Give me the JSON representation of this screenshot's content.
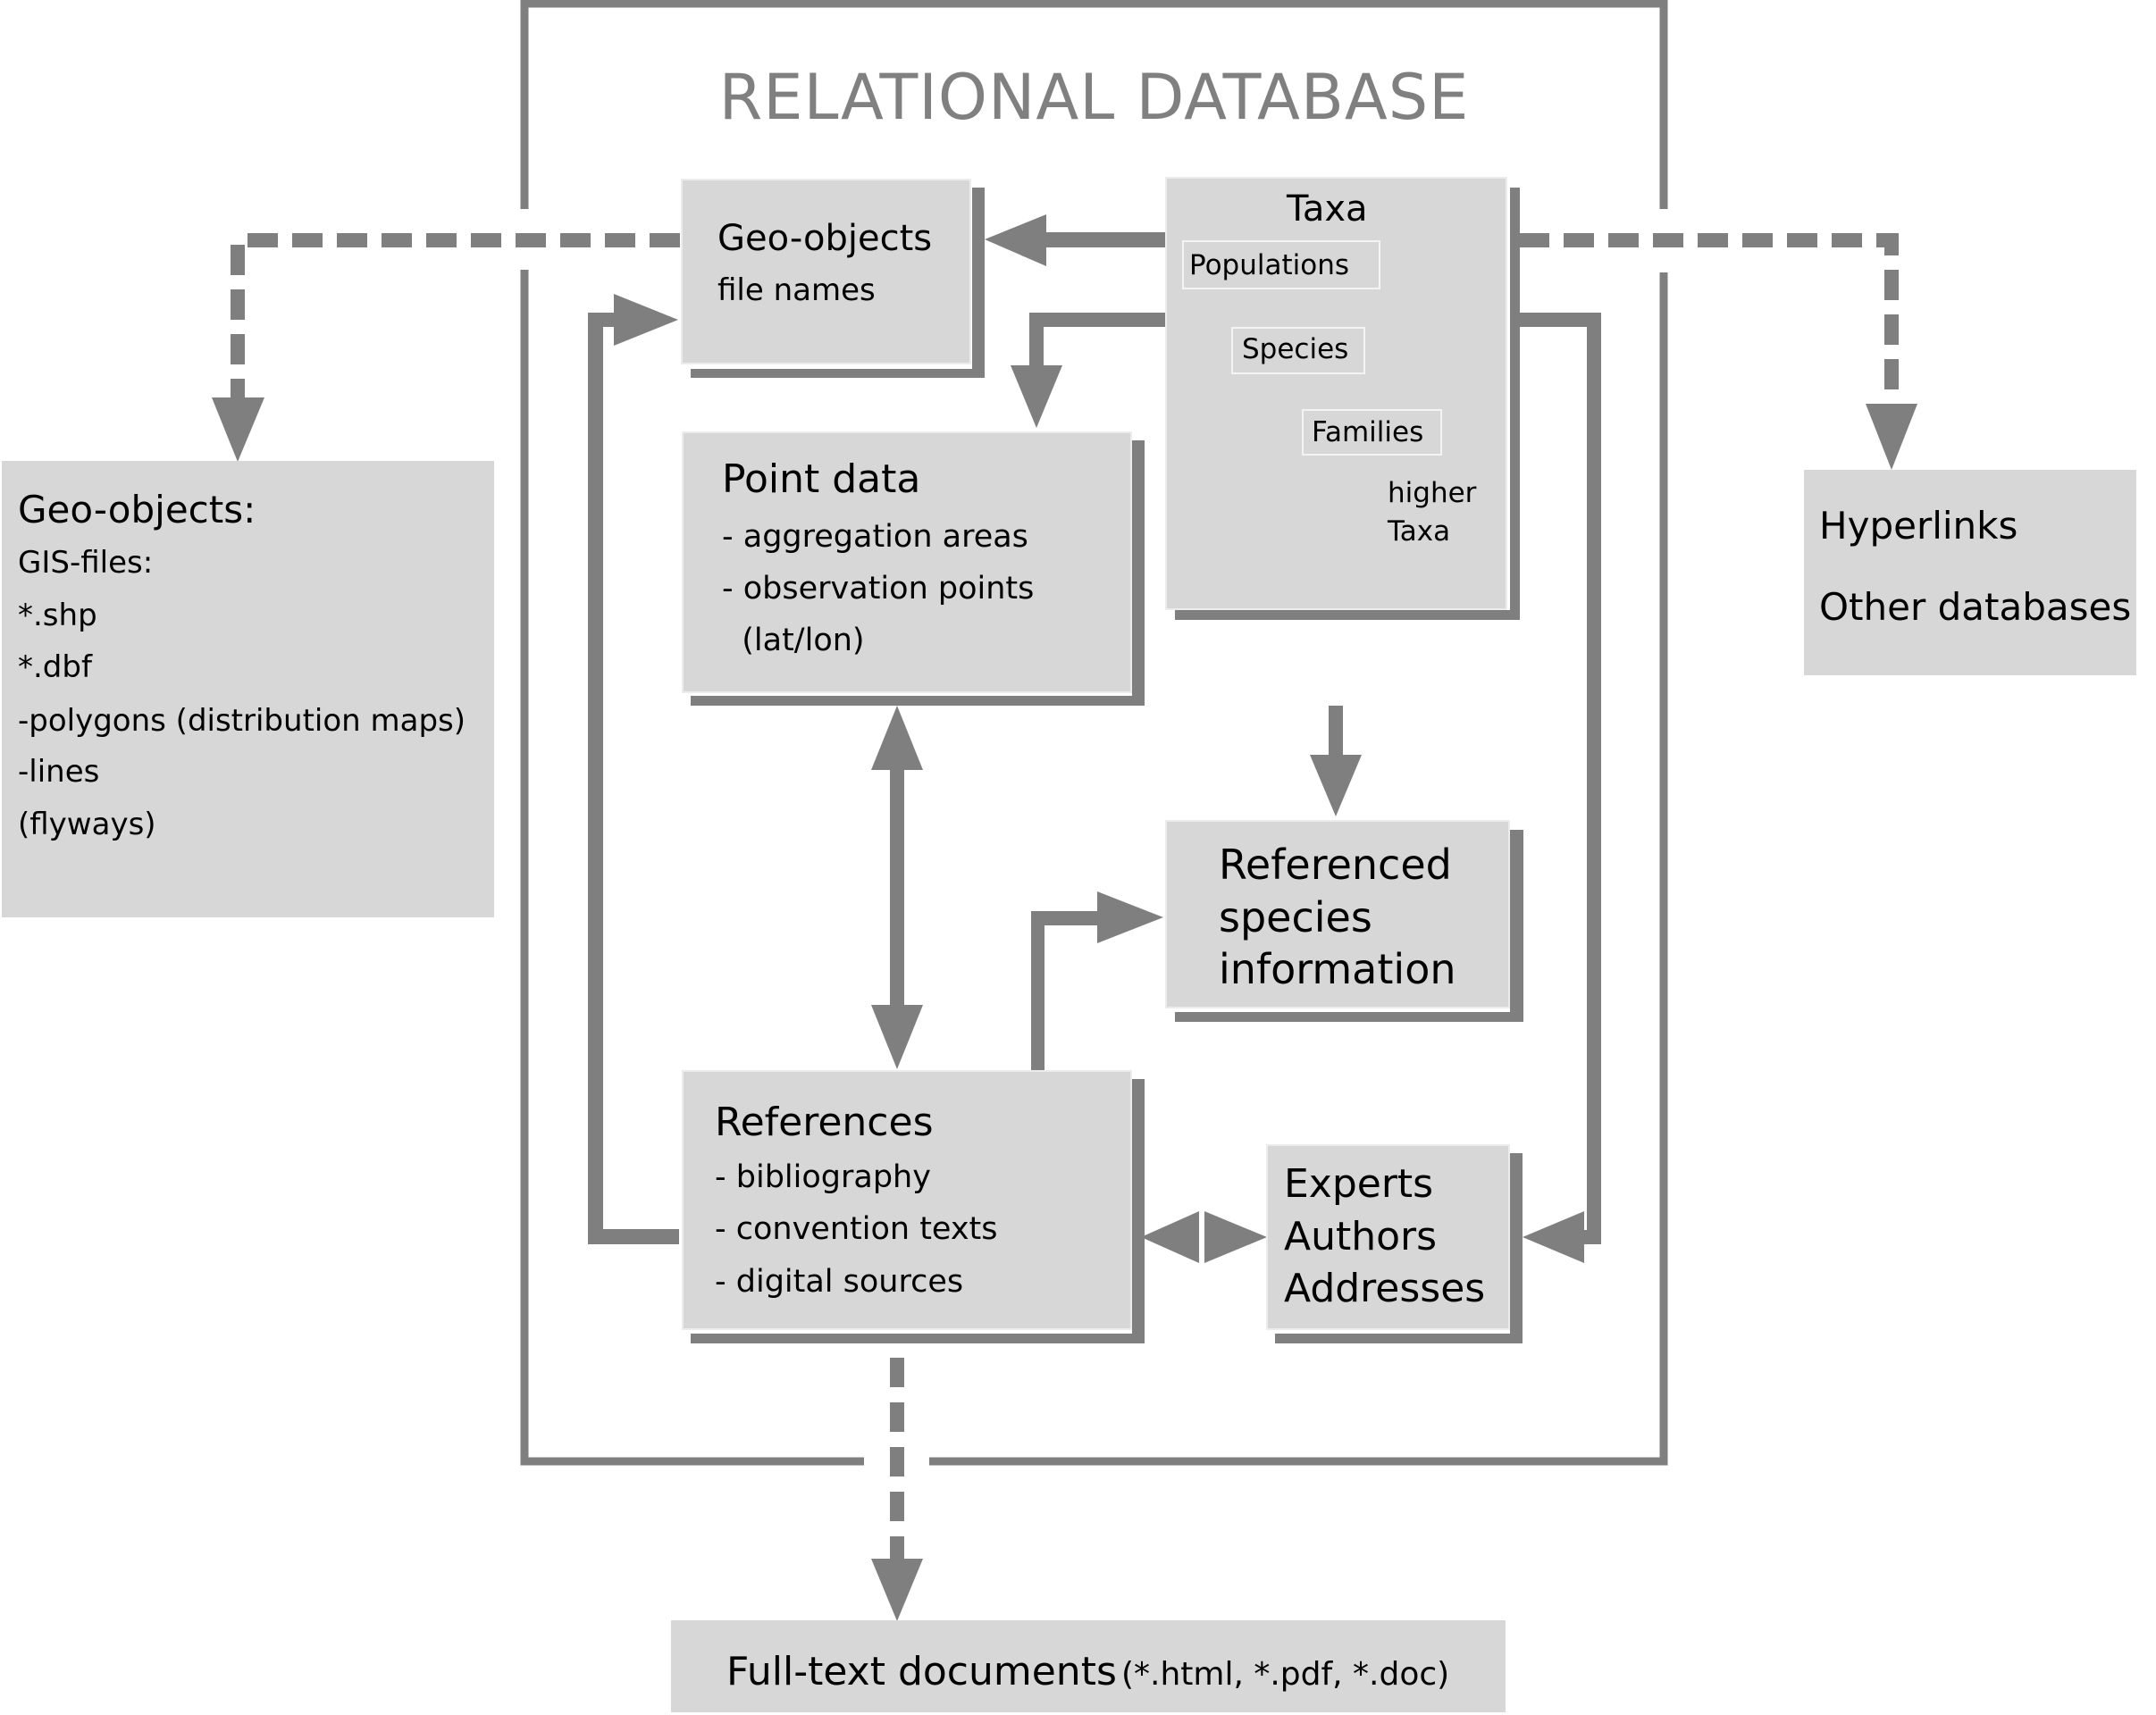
{
  "diagram": {
    "title": "RELATIONAL DATABASE",
    "colors": {
      "box_fill": "#d7d7d7",
      "connector": "#7f7f7f",
      "title": "#808080",
      "taxa_hierarchy": "#ffffff"
    },
    "external_geo_objects": {
      "heading": "Geo-objects:",
      "lines": [
        "GIS-files:",
        "*.shp",
        "*.dbf",
        "-polygons (distribution maps)",
        "-lines",
        "(flyways)"
      ]
    },
    "geo_objects": {
      "heading": "Geo-objects",
      "subtitle": "file names"
    },
    "taxa": {
      "heading": "Taxa",
      "levels": [
        "Populations",
        "Species",
        "Families"
      ],
      "higher_line1": "higher",
      "higher_line2": "Taxa"
    },
    "point_data": {
      "heading": "Point data",
      "lines": [
        "- aggregation areas",
        "- observation points",
        "  (lat/lon)"
      ]
    },
    "referenced_species": {
      "lines": [
        "Referenced",
        "species",
        "information"
      ]
    },
    "references": {
      "heading": "References",
      "lines": [
        "- bibliography",
        "- convention texts",
        "- digital sources"
      ]
    },
    "experts": {
      "lines": [
        "Experts",
        "Authors",
        "Addresses"
      ]
    },
    "hyperlinks": {
      "lines": [
        "Hyperlinks",
        "Other databases"
      ]
    },
    "full_text": {
      "label": "Full-text documents",
      "formats": "(*.html, *.pdf, *.doc)"
    },
    "connections": [
      {
        "from": "Taxa",
        "to": "Geo-objects file names",
        "style": "solid"
      },
      {
        "from": "Taxa",
        "to": "Point data",
        "style": "solid"
      },
      {
        "from": "Taxa",
        "to": "Referenced species information",
        "style": "solid"
      },
      {
        "from": "Taxa",
        "to": "Experts Authors Addresses",
        "style": "solid"
      },
      {
        "from": "Point data",
        "to": "References",
        "style": "solid-bidirectional"
      },
      {
        "from": "References",
        "to": "Geo-objects file names",
        "style": "solid"
      },
      {
        "from": "References",
        "to": "Referenced species information",
        "style": "solid"
      },
      {
        "from": "References",
        "to": "Experts Authors Addresses",
        "style": "solid-bidirectional"
      },
      {
        "from": "Geo-objects file names",
        "to": "Geo-objects (GIS-files)",
        "style": "dashed"
      },
      {
        "from": "Taxa",
        "to": "Hyperlinks / Other databases",
        "style": "dashed"
      },
      {
        "from": "References",
        "to": "Full-text documents",
        "style": "dashed"
      }
    ]
  }
}
